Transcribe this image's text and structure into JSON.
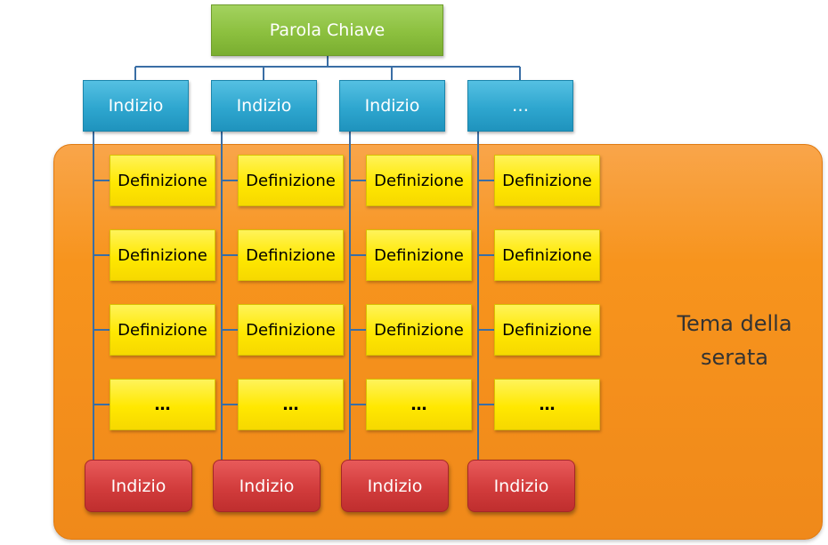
{
  "diagram": {
    "root": {
      "label": "Parola Chiave"
    },
    "clues": [
      {
        "label": "Indizio"
      },
      {
        "label": "Indizio"
      },
      {
        "label": "Indizio"
      },
      {
        "label": "…"
      }
    ],
    "definitions": [
      [
        "Definizione",
        "Definizione",
        "Definizione",
        "…"
      ],
      [
        "Definizione",
        "Definizione",
        "Definizione",
        "…"
      ],
      [
        "Definizione",
        "Definizione",
        "Definizione",
        "…"
      ],
      [
        "Definizione",
        "Definizione",
        "Definizione",
        "…"
      ]
    ],
    "answers": [
      {
        "label": "Indizio"
      },
      {
        "label": "Indizio"
      },
      {
        "label": "Indizio"
      },
      {
        "label": "Indizio"
      }
    ],
    "theme_label": "Tema della serata"
  },
  "colors": {
    "root": "#8cc03f",
    "clue": "#2ea6cf",
    "definition": "#ffe800",
    "answer": "#d23c3c",
    "panel": "#f7941d",
    "connector": "#3a6ea5"
  }
}
